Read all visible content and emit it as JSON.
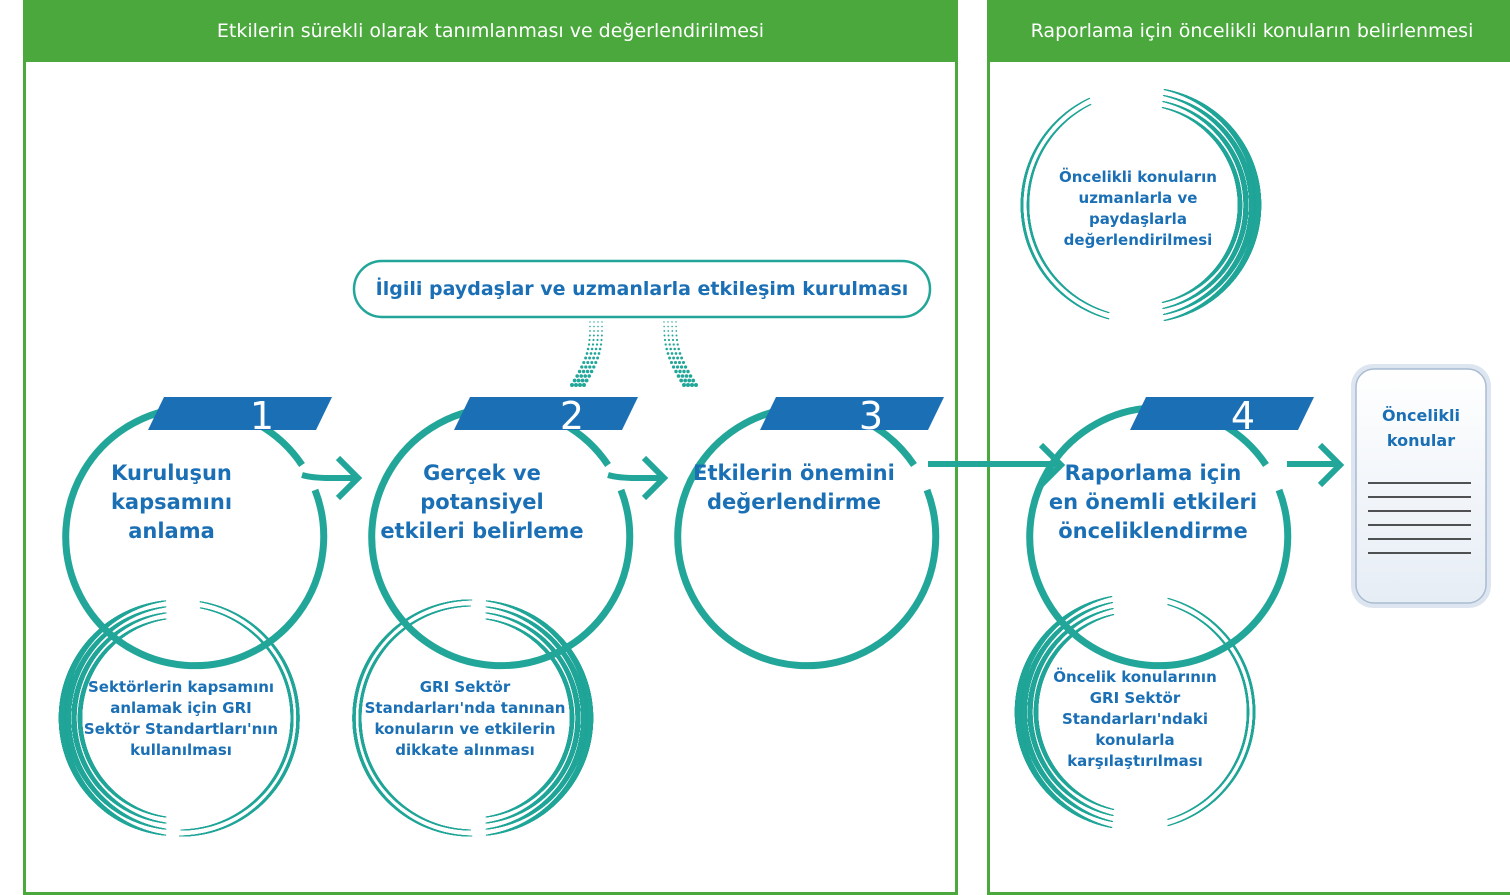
{
  "panels": {
    "left_title": "Etkilerin sürekli olarak tanımlanması ve değerlendirilmesi",
    "right_title": "Raporlama için öncelikli konuların belirlenmesi"
  },
  "stakeholder_pill": "İlgili paydaşlar ve uzmanlarla etkileşim kurulması",
  "steps": [
    {
      "number": "1",
      "label": "Kuruluşun kapsamını anlama"
    },
    {
      "number": "2",
      "label": "Gerçek ve potansiyel etkileri belirleme"
    },
    {
      "number": "3",
      "label": "Etkilerin önemini değerlendirme"
    },
    {
      "number": "4",
      "label": "Raporlama için en önemli etkileri önceliklendirme"
    }
  ],
  "notes": {
    "step1_below": "Sektörlerin kapsamını anlamak için GRI Sektör Standartları'nın kullanılması",
    "step2_below": "GRI Sektör Standarları'nda tanınan konuların ve etkilerin dikkate alınması",
    "step4_above": "Öncelikli konuların uzmanlarla ve paydaşlarla değerlendirilmesi",
    "step4_below": "Öncelik konularının GRI Sektör Standarları'ndaki konularla karşılaştırılması"
  },
  "output_document": {
    "title": "Öncelikli konular"
  },
  "colors": {
    "green": "#4aa83d",
    "teal": "#22a699",
    "blue": "#1a6fb5"
  },
  "icons": [
    "arrow-right-icon",
    "document-icon",
    "dotted-arc-icon"
  ]
}
